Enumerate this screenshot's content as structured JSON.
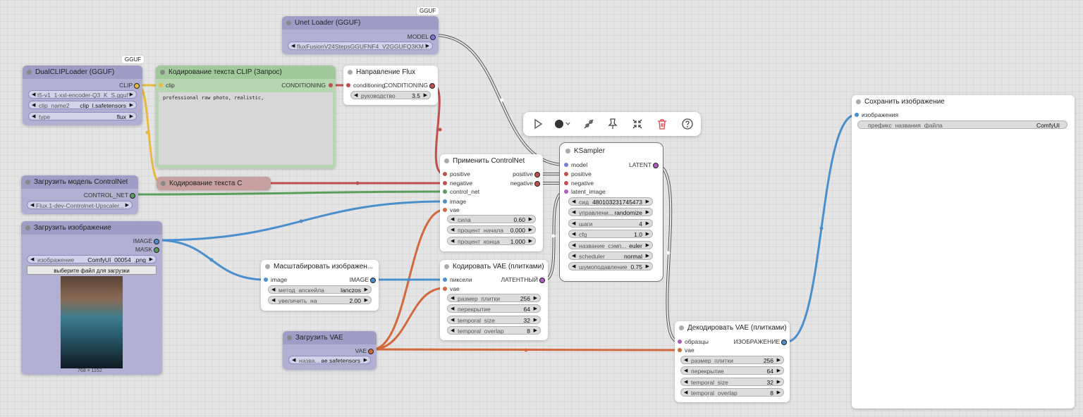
{
  "colors": {
    "canvas": "#e4e4e4",
    "purple_node": "#b2b0d2",
    "green_node": "#b5d6b0",
    "rose_node": "#c7a0a0",
    "link_vae": "#d2693d",
    "link_image": "#4a8fcc",
    "link_cond": "#c0504d",
    "link_clip": "#e8b840",
    "link_model": "#cfcfcf",
    "link_controlnet": "#5a9e5a"
  },
  "unet": {
    "badge": "GGUF",
    "title": "Unet Loader (GGUF)",
    "out": "MODEL",
    "widget": "fluxFusionV24StepsGGUFNF4_V2GGUFQ3KM..."
  },
  "dualclip": {
    "badge": "GGUF",
    "title": "DualCLIPLoader (GGUF)",
    "out": "CLIP",
    "w1": "t5-v1_1-xxl-encoder-Q3_K_S.gguf",
    "w2_label": "clip_name2",
    "w2_value": "clip_l.safetensors",
    "w3_label": "type",
    "w3_value": "flux"
  },
  "cliptext1": {
    "title": "Кодирование текста CLIP (Запрос)",
    "in": "clip",
    "out": "CONDITIONING",
    "text": "professional raw photo, realistic,"
  },
  "cliptext2": {
    "title": "Кодирование текста C"
  },
  "fluxguide": {
    "title": "Направление Flux",
    "in": "conditioning",
    "out": "CONDITIONING",
    "w_label": "руководство",
    "w_value": "3.5"
  },
  "controlnetloader": {
    "title": "Загрузить модель ControlNet",
    "out": "CONTROL_NET",
    "widget": "Flux.1-dev-Controlnet-Upscaler..."
  },
  "loadimage": {
    "title": "Загрузить изображение",
    "out1": "IMAGE",
    "out2": "MASK",
    "w_label": "изображение",
    "w_value": "ComfyUI_00054_.png",
    "button": "выберите файл для загрузки",
    "caption": "768 × 1152"
  },
  "upscale": {
    "title": "Масштабировать изображен...",
    "in": "image",
    "out": "IMAGE",
    "w1_label": "метод_апскейла",
    "w1_value": "lanczos",
    "w2_label": "увеличить_на",
    "w2_value": "2.00"
  },
  "vaeloader": {
    "title": "Загрузить VAE",
    "out": "VAE",
    "w_label": "назва...",
    "w_value": "ae.safetensors"
  },
  "applycn": {
    "title": "Применить ControlNet",
    "in": [
      "positive",
      "negative",
      "control_net",
      "image",
      "vae"
    ],
    "out1": "positive",
    "out2": "negative",
    "widgets": [
      {
        "label": "сила",
        "value": "0.60"
      },
      {
        "label": "процент_начала",
        "value": "0.000"
      },
      {
        "label": "процент_конца",
        "value": "1.000"
      }
    ]
  },
  "vaeencode": {
    "title": "Кодировать VAE (плитками)",
    "in1": "пиксели",
    "in2": "vae",
    "out": "ЛАТЕНТНЫЙ",
    "widgets": [
      {
        "label": "размер_плитки",
        "value": "256"
      },
      {
        "label": "перекрытие",
        "value": "64"
      },
      {
        "label": "temporal_size",
        "value": "32"
      },
      {
        "label": "temporal_overlap",
        "value": "8"
      }
    ]
  },
  "ksampler": {
    "title": "KSampler",
    "in": [
      "model",
      "positive",
      "negative",
      "latent_image"
    ],
    "out": "LATENT",
    "widgets": [
      {
        "label": "сид",
        "value": "480103231745473"
      },
      {
        "label": "управлени...",
        "value": "randomize"
      },
      {
        "label": "шаги",
        "value": "4"
      },
      {
        "label": "cfg",
        "value": "1.0"
      },
      {
        "label": "название_сэмп...",
        "value": "euler"
      },
      {
        "label": "scheduler",
        "value": "normal"
      },
      {
        "label": "шумоподавление",
        "value": "0.75"
      }
    ]
  },
  "vaedecode": {
    "title": "Декодировать VAE (плитками)",
    "in1": "образцы",
    "in2": "vae",
    "out": "ИЗОБРАЖЕНИЕ",
    "widgets": [
      {
        "label": "размер_плитки",
        "value": "256"
      },
      {
        "label": "перекрытие",
        "value": "64"
      },
      {
        "label": "temporal_size",
        "value": "32"
      },
      {
        "label": "temporal_overlap",
        "value": "8"
      }
    ]
  },
  "saveimage": {
    "title": "Сохранить изображение",
    "in": "изображения",
    "w_label": "префикс_названия_файла",
    "w_value": "ComfyUI"
  },
  "toolbar_icons": [
    "play-icon",
    "color-circle-icon",
    "bypass-icon",
    "pin-icon",
    "collapse-icon",
    "delete-icon",
    "help-icon"
  ]
}
